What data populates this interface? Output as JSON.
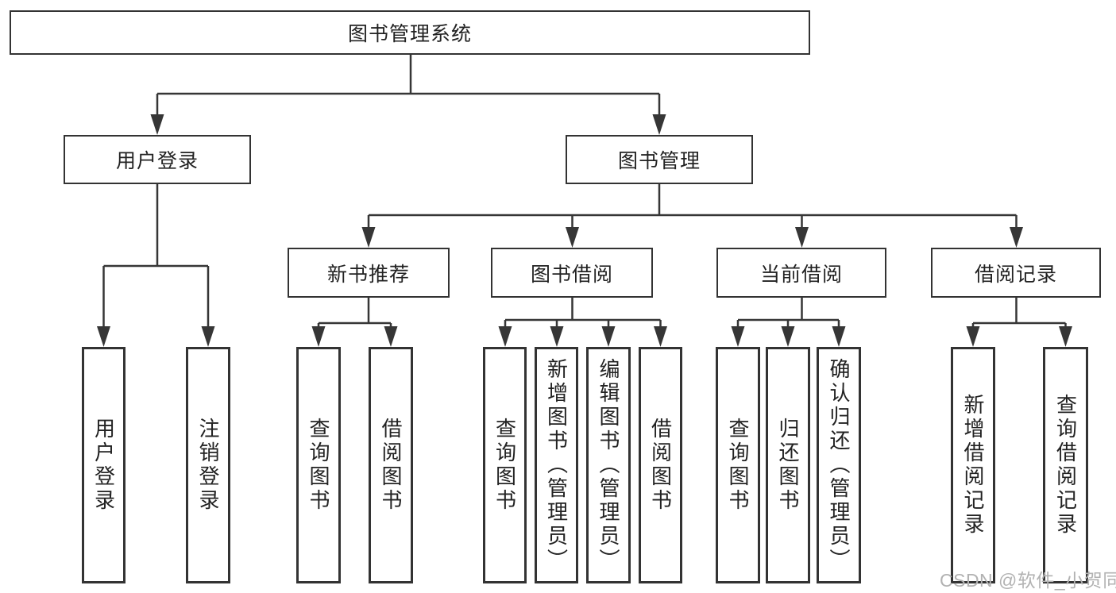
{
  "diagram_title": "图书管理系统",
  "colors": {
    "line": "#363636",
    "box_border": "#333333",
    "box_fill": "#ffffff",
    "text": "#222222",
    "watermark": "#b2b2b2"
  },
  "nodes": {
    "root": {
      "label": "图书管理系统"
    },
    "user_login": {
      "label": "用户登录"
    },
    "book_mgmt": {
      "label": "图书管理"
    },
    "new_book_rec": {
      "label": "新书推荐"
    },
    "book_borrow": {
      "label": "图书借阅"
    },
    "current_borrow": {
      "label": "当前借阅"
    },
    "borrow_records": {
      "label": "借阅记录"
    },
    "leaves": {
      "user_login_v": "用户登录",
      "logout_v": "注销登录",
      "rec_query": "查询图书",
      "rec_borrow": "借阅图书",
      "bb_query": "查询图书",
      "bb_add": "新增图书（管理员）",
      "bb_edit": "编辑图书（管理员）",
      "bb_borrow": "借阅图书",
      "cb_query": "查询图书",
      "cb_return": "归还图书",
      "cb_confirm": "确认归还（管理员）",
      "br_add": "新增借阅记录",
      "br_query": "查询借阅记录"
    }
  },
  "hierarchy": {
    "图书管理系统": {
      "用户登录": [
        "用户登录",
        "注销登录"
      ],
      "图书管理": {
        "新书推荐": [
          "查询图书",
          "借阅图书"
        ],
        "图书借阅": [
          "查询图书",
          "新增图书（管理员）",
          "编辑图书（管理员）",
          "借阅图书"
        ],
        "当前借阅": [
          "查询图书",
          "归还图书",
          "确认归还（管理员）"
        ],
        "借阅记录": [
          "新增借阅记录",
          "查询借阅记录"
        ]
      }
    }
  },
  "watermark": {
    "text": "CSDN @软件_小贺同学"
  }
}
